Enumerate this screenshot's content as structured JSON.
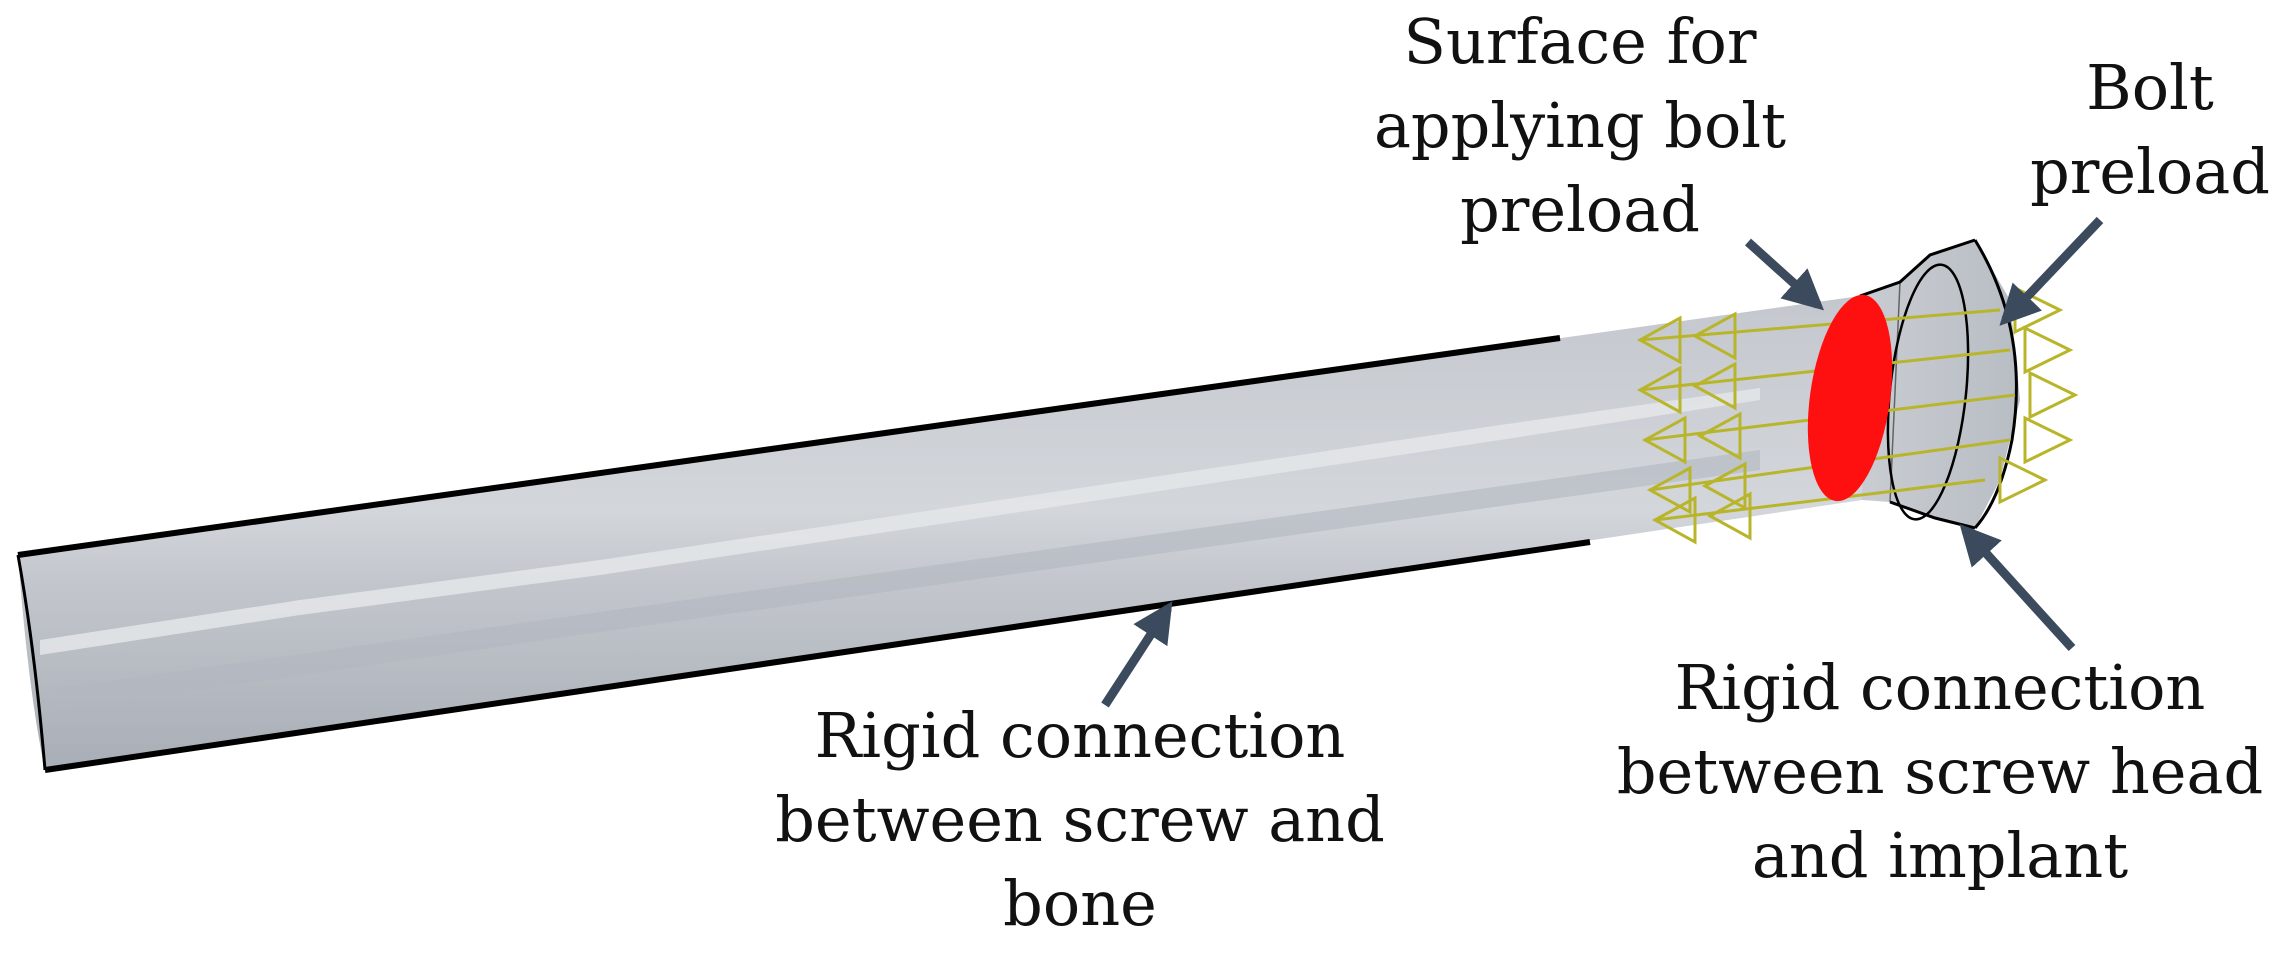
{
  "figure": {
    "labels": {
      "surface_preload": [
        "Surface for",
        "applying bolt",
        "preload"
      ],
      "bolt_preload": [
        "Bolt",
        "preload"
      ],
      "rigid_screw_bone": [
        "Rigid connection",
        "between screw and",
        "bone"
      ],
      "rigid_head_implant": [
        "Rigid connection",
        "between screw head",
        "and implant"
      ]
    },
    "colors": {
      "screw_body": "#bcc1c8",
      "preload_surface": "#ff1010",
      "preload_arrows": "#b9b52a",
      "pointer_arrows": "#3b4a5c",
      "edges": "#000000"
    }
  }
}
